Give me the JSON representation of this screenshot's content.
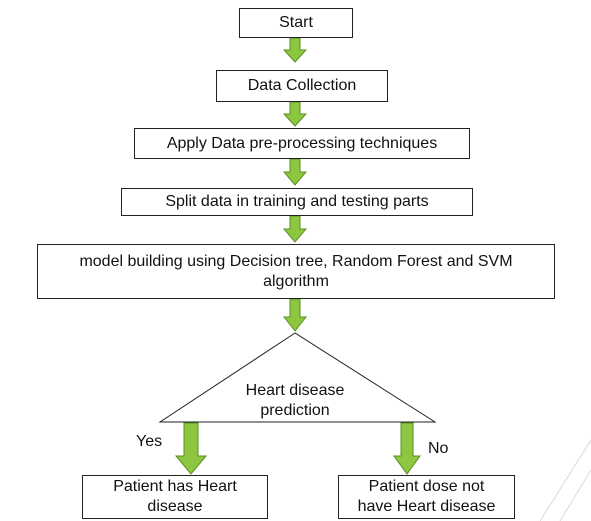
{
  "diagram": {
    "nodes": {
      "start": "Start",
      "collect": "Data Collection",
      "preprocess": "Apply Data pre-processing techniques",
      "split": "Split data in training and testing parts",
      "model_line1": "model building using  Decision tree, Random Forest and SVM",
      "model_line2": "algorithm",
      "decision_line1": "Heart disease",
      "decision_line2": "prediction",
      "yes_outcome_line1": "Patient has Heart",
      "yes_outcome_line2": "disease",
      "no_outcome_line1": "Patient dose not",
      "no_outcome_line2": "have Heart disease"
    },
    "branch_labels": {
      "yes": "Yes",
      "no": "No"
    },
    "colors": {
      "arrow_fill": "#8dc63f",
      "arrow_stroke": "#5a8f22",
      "border": "#222222"
    }
  }
}
